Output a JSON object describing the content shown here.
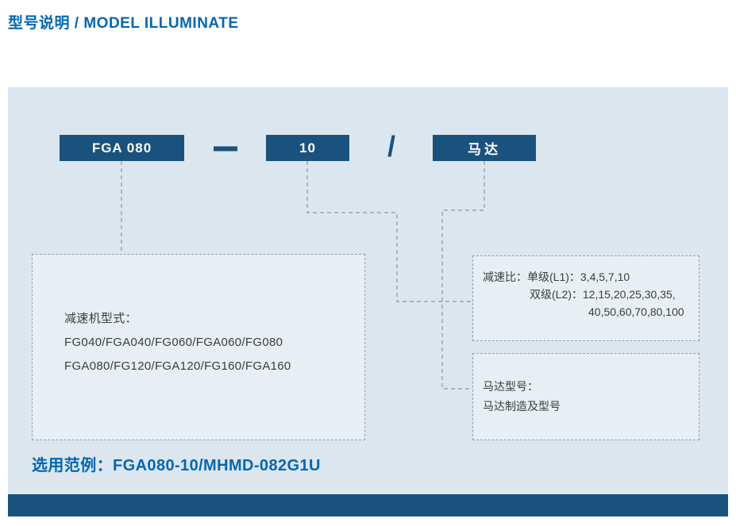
{
  "page": {
    "title": "型号说明 / MODEL ILLUMINATE"
  },
  "model_code": {
    "segments": [
      {
        "label": "FGA 080"
      },
      {
        "label": "10"
      },
      {
        "label": "马达"
      }
    ],
    "separators": [
      "—",
      "/"
    ]
  },
  "callouts": {
    "gearbox": {
      "lines": [
        "减速机型式：",
        "FG040/FGA040/FG060/FGA060/FG080",
        "FGA080/FG120/FGA120/FG160/FGA160"
      ]
    },
    "ratio": {
      "lines": [
        "减速比：单级(L1)：3,4,5,7,10",
        "双级(L2)：12,15,20,25,30,35,",
        "40,50,60,70,80,100"
      ]
    },
    "motor": {
      "lines": [
        "马达型号：",
        "马达制造及型号"
      ]
    }
  },
  "example": {
    "text": "选用范例：FGA080-10/MHMD-082G1U"
  },
  "colors": {
    "accent_blue": "#0067B5",
    "box_blue": "#1A527E",
    "panel_bg": "#DCE6EE",
    "dashed_border": "#9a9fa4"
  }
}
